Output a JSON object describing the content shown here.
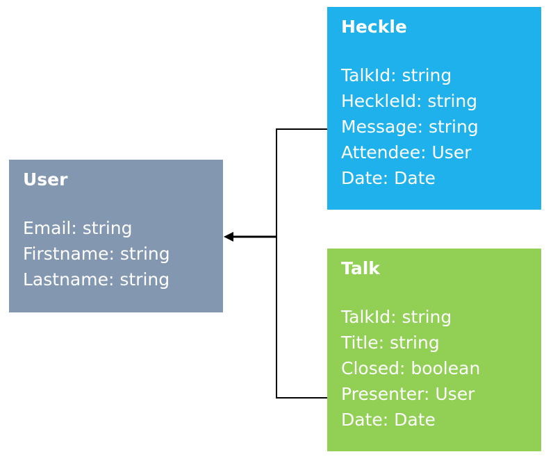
{
  "colors": {
    "user": "#8497b0",
    "heckle": "#1fb1ec",
    "talk": "#92cf55",
    "connector": "#000000",
    "text": "#ffffff"
  },
  "entities": {
    "user": {
      "title": "User",
      "fields": [
        "Email: string",
        "Firstname: string",
        "Lastname: string"
      ]
    },
    "heckle": {
      "title": "Heckle",
      "fields": [
        "TalkId: string",
        "HeckleId: string",
        "Message: string",
        "Attendee: User",
        "Date: Date"
      ]
    },
    "talk": {
      "title": "Talk",
      "fields": [
        "TalkId: string",
        "Title: string",
        "Closed: boolean",
        "Presenter: User",
        "Date: Date"
      ]
    }
  }
}
